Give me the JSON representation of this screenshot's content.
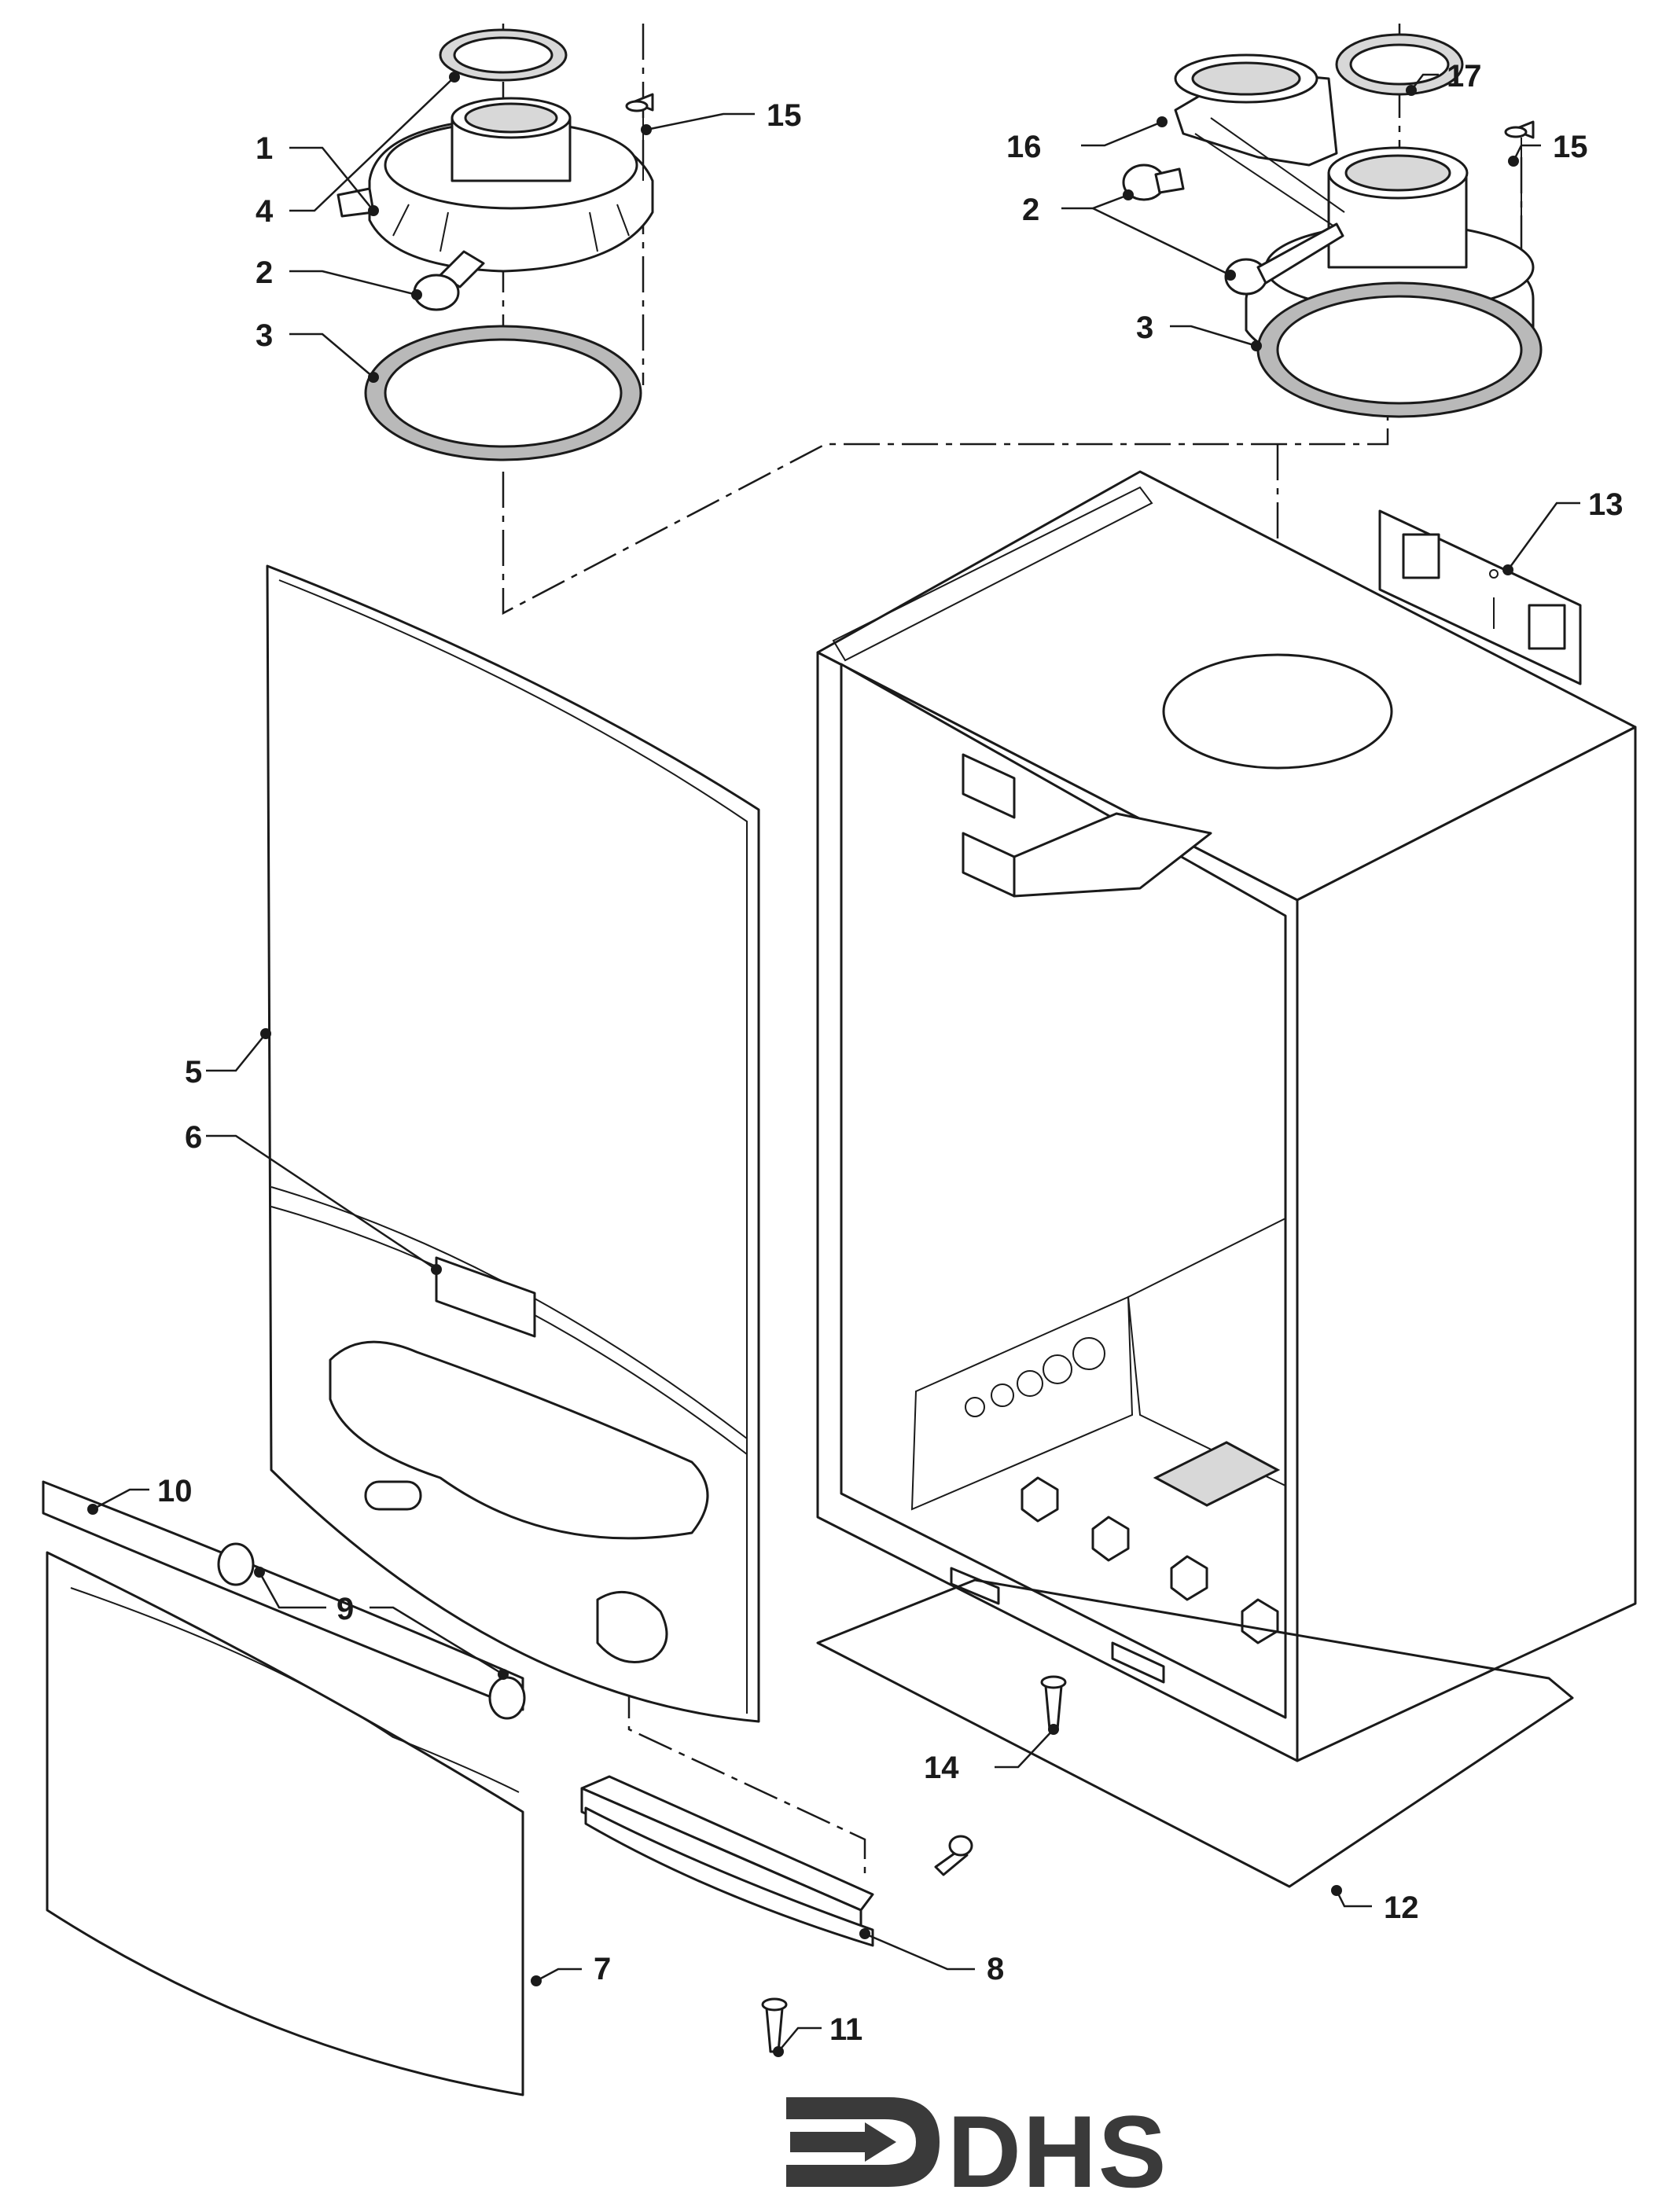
{
  "labels": [
    {
      "id": "1",
      "text": "1"
    },
    {
      "id": "2a",
      "text": "2"
    },
    {
      "id": "2b",
      "text": "2"
    },
    {
      "id": "3a",
      "text": "3"
    },
    {
      "id": "3b",
      "text": "3"
    },
    {
      "id": "4",
      "text": "4"
    },
    {
      "id": "5",
      "text": "5"
    },
    {
      "id": "6",
      "text": "6"
    },
    {
      "id": "7",
      "text": "7"
    },
    {
      "id": "8",
      "text": "8"
    },
    {
      "id": "9",
      "text": "9"
    },
    {
      "id": "10",
      "text": "10"
    },
    {
      "id": "11",
      "text": "11"
    },
    {
      "id": "12",
      "text": "12"
    },
    {
      "id": "13",
      "text": "13"
    },
    {
      "id": "14",
      "text": "14"
    },
    {
      "id": "15a",
      "text": "15"
    },
    {
      "id": "15b",
      "text": "15"
    },
    {
      "id": "16",
      "text": "16"
    },
    {
      "id": "17",
      "text": "17"
    }
  ],
  "logo": {
    "text": "DHS",
    "color": "#3a3a3a"
  },
  "colors": {
    "line": "#1a1a1a",
    "background": "#ffffff",
    "shade": "#d8d8d8"
  }
}
